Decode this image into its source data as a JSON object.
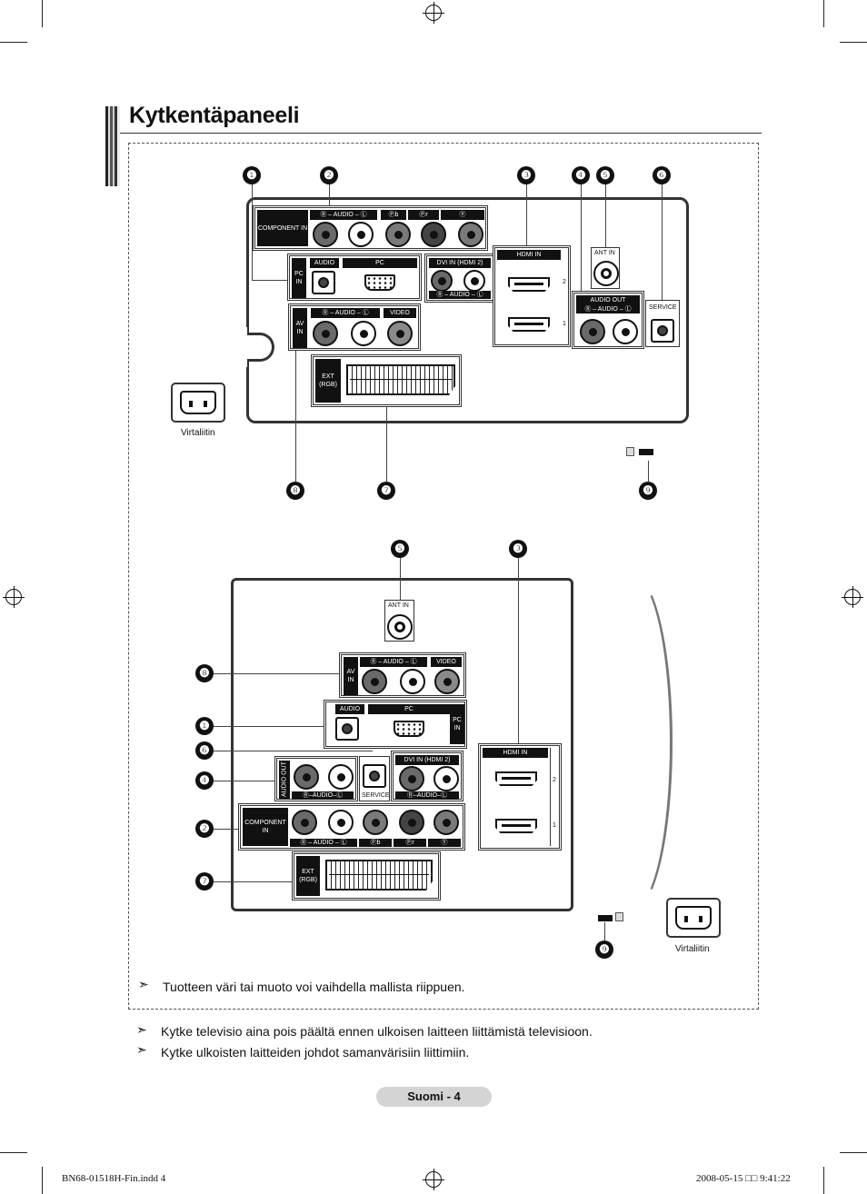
{
  "page": {
    "title": "Kytkentäpaneeli",
    "page_label": "Suomi - 4",
    "footer_left": "BN68-01518H-Fin.indd   4",
    "footer_right": "2008-05-15   □□ 9:41:22"
  },
  "top_diagram": {
    "callouts": [
      "❶",
      "❷",
      "❸",
      "❹",
      "❺",
      "❻",
      "❼",
      "❽",
      "❾"
    ],
    "labels": {
      "component_in": "COMPONENT IN",
      "audio_rl": "Ⓡ – AUDIO – Ⓛ",
      "pb": "Ⓟb",
      "pr": "Ⓟr",
      "y": "Ⓨ",
      "pc_in": "PC IN",
      "audio": "AUDIO",
      "pc": "PC",
      "dvi_in": "DVI IN (HDMI 2)",
      "dvi_audio": "Ⓡ – AUDIO – Ⓛ",
      "hdmi_in": "HDMI IN",
      "hdmi_2": "2",
      "hdmi_1": "1",
      "ant_in": "ANT IN",
      "audio_out": "AUDIO OUT",
      "audio_out_rl": "Ⓡ – AUDIO – Ⓛ",
      "service": "SERVICE",
      "av_in": "AV IN",
      "av_audio": "Ⓡ – AUDIO – Ⓛ",
      "video": "VIDEO",
      "ext_rgb": "EXT (RGB)"
    },
    "power_label": "Virtaliitin"
  },
  "bottom_diagram": {
    "callouts": [
      "❺",
      "❸",
      "❽",
      "❶",
      "❻",
      "❹",
      "❷",
      "❼",
      "❾"
    ],
    "labels": {
      "ant_in": "ANT IN",
      "av_audio": "Ⓡ – AUDIO – Ⓛ",
      "video": "VIDEO",
      "av_in": "AV IN",
      "audio": "AUDIO",
      "pc": "PC",
      "pc_in": "PC IN",
      "audio_out": "AUDIO OUT",
      "audio_out_rl": "Ⓡ–AUDIO–Ⓛ",
      "service": "SERVICE",
      "dvi_in": "DVI IN (HDMI 2)",
      "dvi_audio": "Ⓡ–AUDIO–Ⓛ",
      "hdmi_in": "HDMI IN",
      "hdmi_2": "2",
      "hdmi_1": "1",
      "component_in": "COMPONENT IN",
      "comp_audio": "Ⓡ – AUDIO – Ⓛ",
      "pb": "Ⓟb",
      "pr": "Ⓟr",
      "y": "Ⓨ",
      "ext_rgb": "EXT (RGB)"
    },
    "power_label": "Virtaliitin"
  },
  "notes": {
    "inside_box": "Tuotteen väri tai muoto voi vaihdella mallista riippuen.",
    "items": [
      "Kytke televisio aina pois päältä ennen ulkoisen laitteen liittämistä televisioon.",
      "Kytke ulkoisten laitteiden johdot samanvärisiin liittimiin."
    ],
    "arrow_glyph": "➣"
  }
}
